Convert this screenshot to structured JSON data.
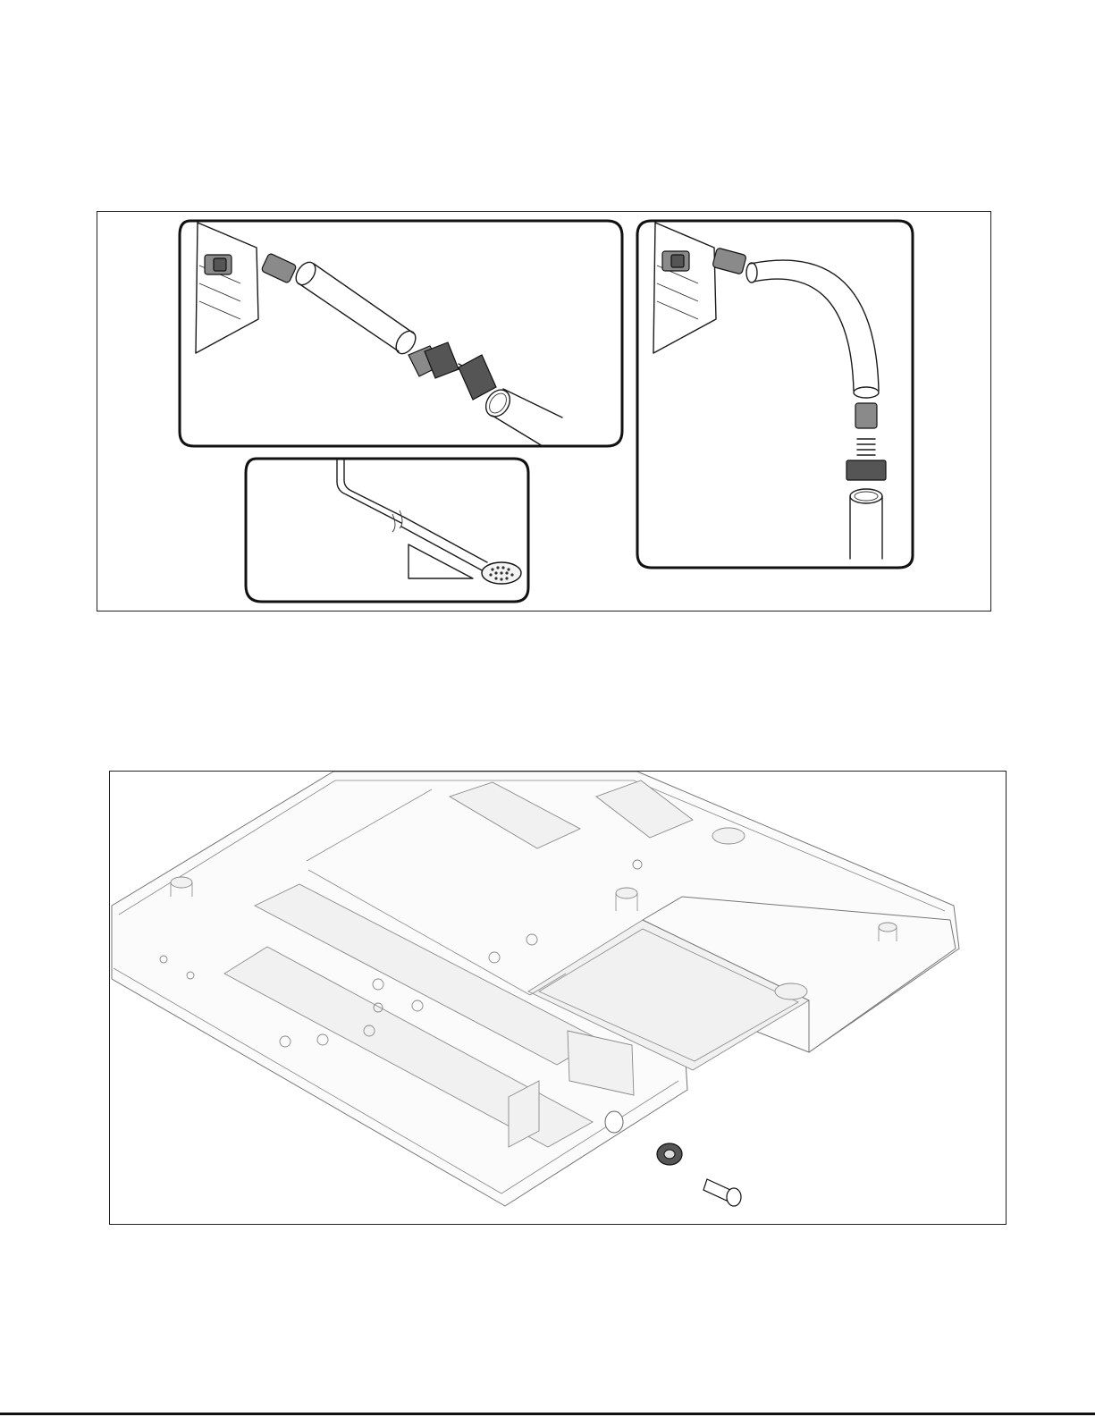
{
  "document": {
    "figures": [
      {
        "id": "drain-connection-figure",
        "icon": "plumbing-illustration"
      },
      {
        "id": "bottom-housing-figure",
        "icon": "housing-exploded-illustration"
      }
    ]
  }
}
